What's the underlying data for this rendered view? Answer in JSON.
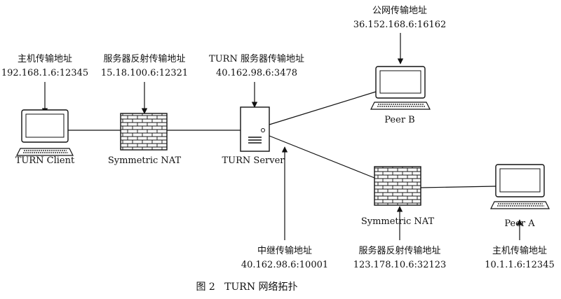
{
  "nodes": {
    "turn_client": "TURN Client",
    "nat_left": "Symmetric NAT",
    "turn_server": "TURN Server",
    "peer_b": "Peer B",
    "nat_right": "Symmetric NAT",
    "peer_a": "Peer A"
  },
  "addresses": {
    "client_host": {
      "title": "主机传输地址",
      "addr": "192.168.1.6:12345"
    },
    "client_reflexive": {
      "title": "服务器反射传输地址",
      "addr": "15.18.100.6:12321"
    },
    "turn_server": {
      "title": "TURN 服务器传输地址",
      "addr": "40.162.98.6:3478"
    },
    "peer_b_public": {
      "title": "公网传输地址",
      "addr": "36.152.168.6:16162"
    },
    "relay": {
      "title": "中继传输地址",
      "addr": "40.162.98.6:10001"
    },
    "peer_a_reflexive": {
      "title": "服务器反射传输地址",
      "addr": "123.178.10.6:32123"
    },
    "peer_a_host": {
      "title": "主机传输地址",
      "addr": "10.1.1.6:12345"
    }
  },
  "caption": "图 2   TURN 网络拓扑"
}
